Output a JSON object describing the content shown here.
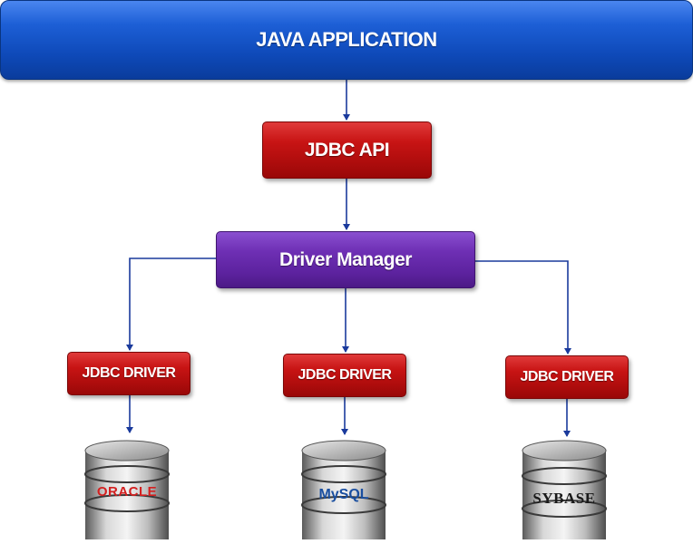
{
  "app": {
    "label": "JAVA APPLICATION"
  },
  "api": {
    "label": "JDBC API"
  },
  "manager": {
    "label": "Driver Manager"
  },
  "drivers": [
    {
      "label": "JDBC DRIVER"
    },
    {
      "label": "JDBC DRIVER"
    },
    {
      "label": "JDBC DRIVER"
    }
  ],
  "databases": [
    {
      "logo": "ORACLE",
      "color": "#d42020"
    },
    {
      "logo": "MySQL",
      "color": "#1a4fa0"
    },
    {
      "logo": "SYBASE",
      "color": "#1a1a1a"
    }
  ],
  "colors": {
    "app": "#1d5fd6",
    "api_driver": "#c81414",
    "manager": "#6e2fb4",
    "connector": "#1a3a9c"
  }
}
